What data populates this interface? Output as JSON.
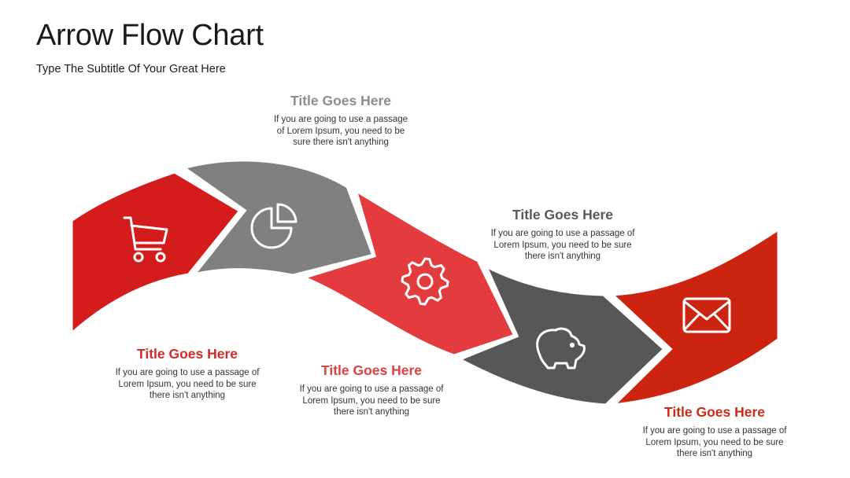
{
  "header": {
    "title": "Arrow Flow Chart",
    "subtitle": "Type The Subtitle Of Your Great Here"
  },
  "colors": {
    "red_dark": "#d41c1c",
    "gray": "#808080",
    "red_light": "#e43b3e",
    "gray_dark": "#575757",
    "red_orange": "#cc2410",
    "step1_title": "#d22a2a",
    "step2_title": "#8c8c8c",
    "step3_title": "#e04040",
    "step4_title": "#585858",
    "step5_title": "#cc2a14"
  },
  "steps": [
    {
      "title": "Title Goes Here",
      "body": "If you are going to use a passage of Lorem Ipsum, you need to be sure there isn't anything",
      "icon": "shopping-cart-icon"
    },
    {
      "title": "Title Goes Here",
      "body": "If you are going to use a passage of Lorem Ipsum, you need to be sure there isn't anything",
      "icon": "pie-chart-icon"
    },
    {
      "title": "Title Goes Here",
      "body": "If you are going to use a passage of Lorem Ipsum, you need to be sure there isn't anything",
      "icon": "gear-icon"
    },
    {
      "title": "Title Goes Here",
      "body": "If you are going to use a passage of Lorem Ipsum, you need to be sure there isn't anything",
      "icon": "piggy-bank-icon"
    },
    {
      "title": "Title Goes Here",
      "body": "If you are going to use a passage of Lorem Ipsum, you need to be sure there isn't anything",
      "icon": "envelope-icon"
    }
  ]
}
